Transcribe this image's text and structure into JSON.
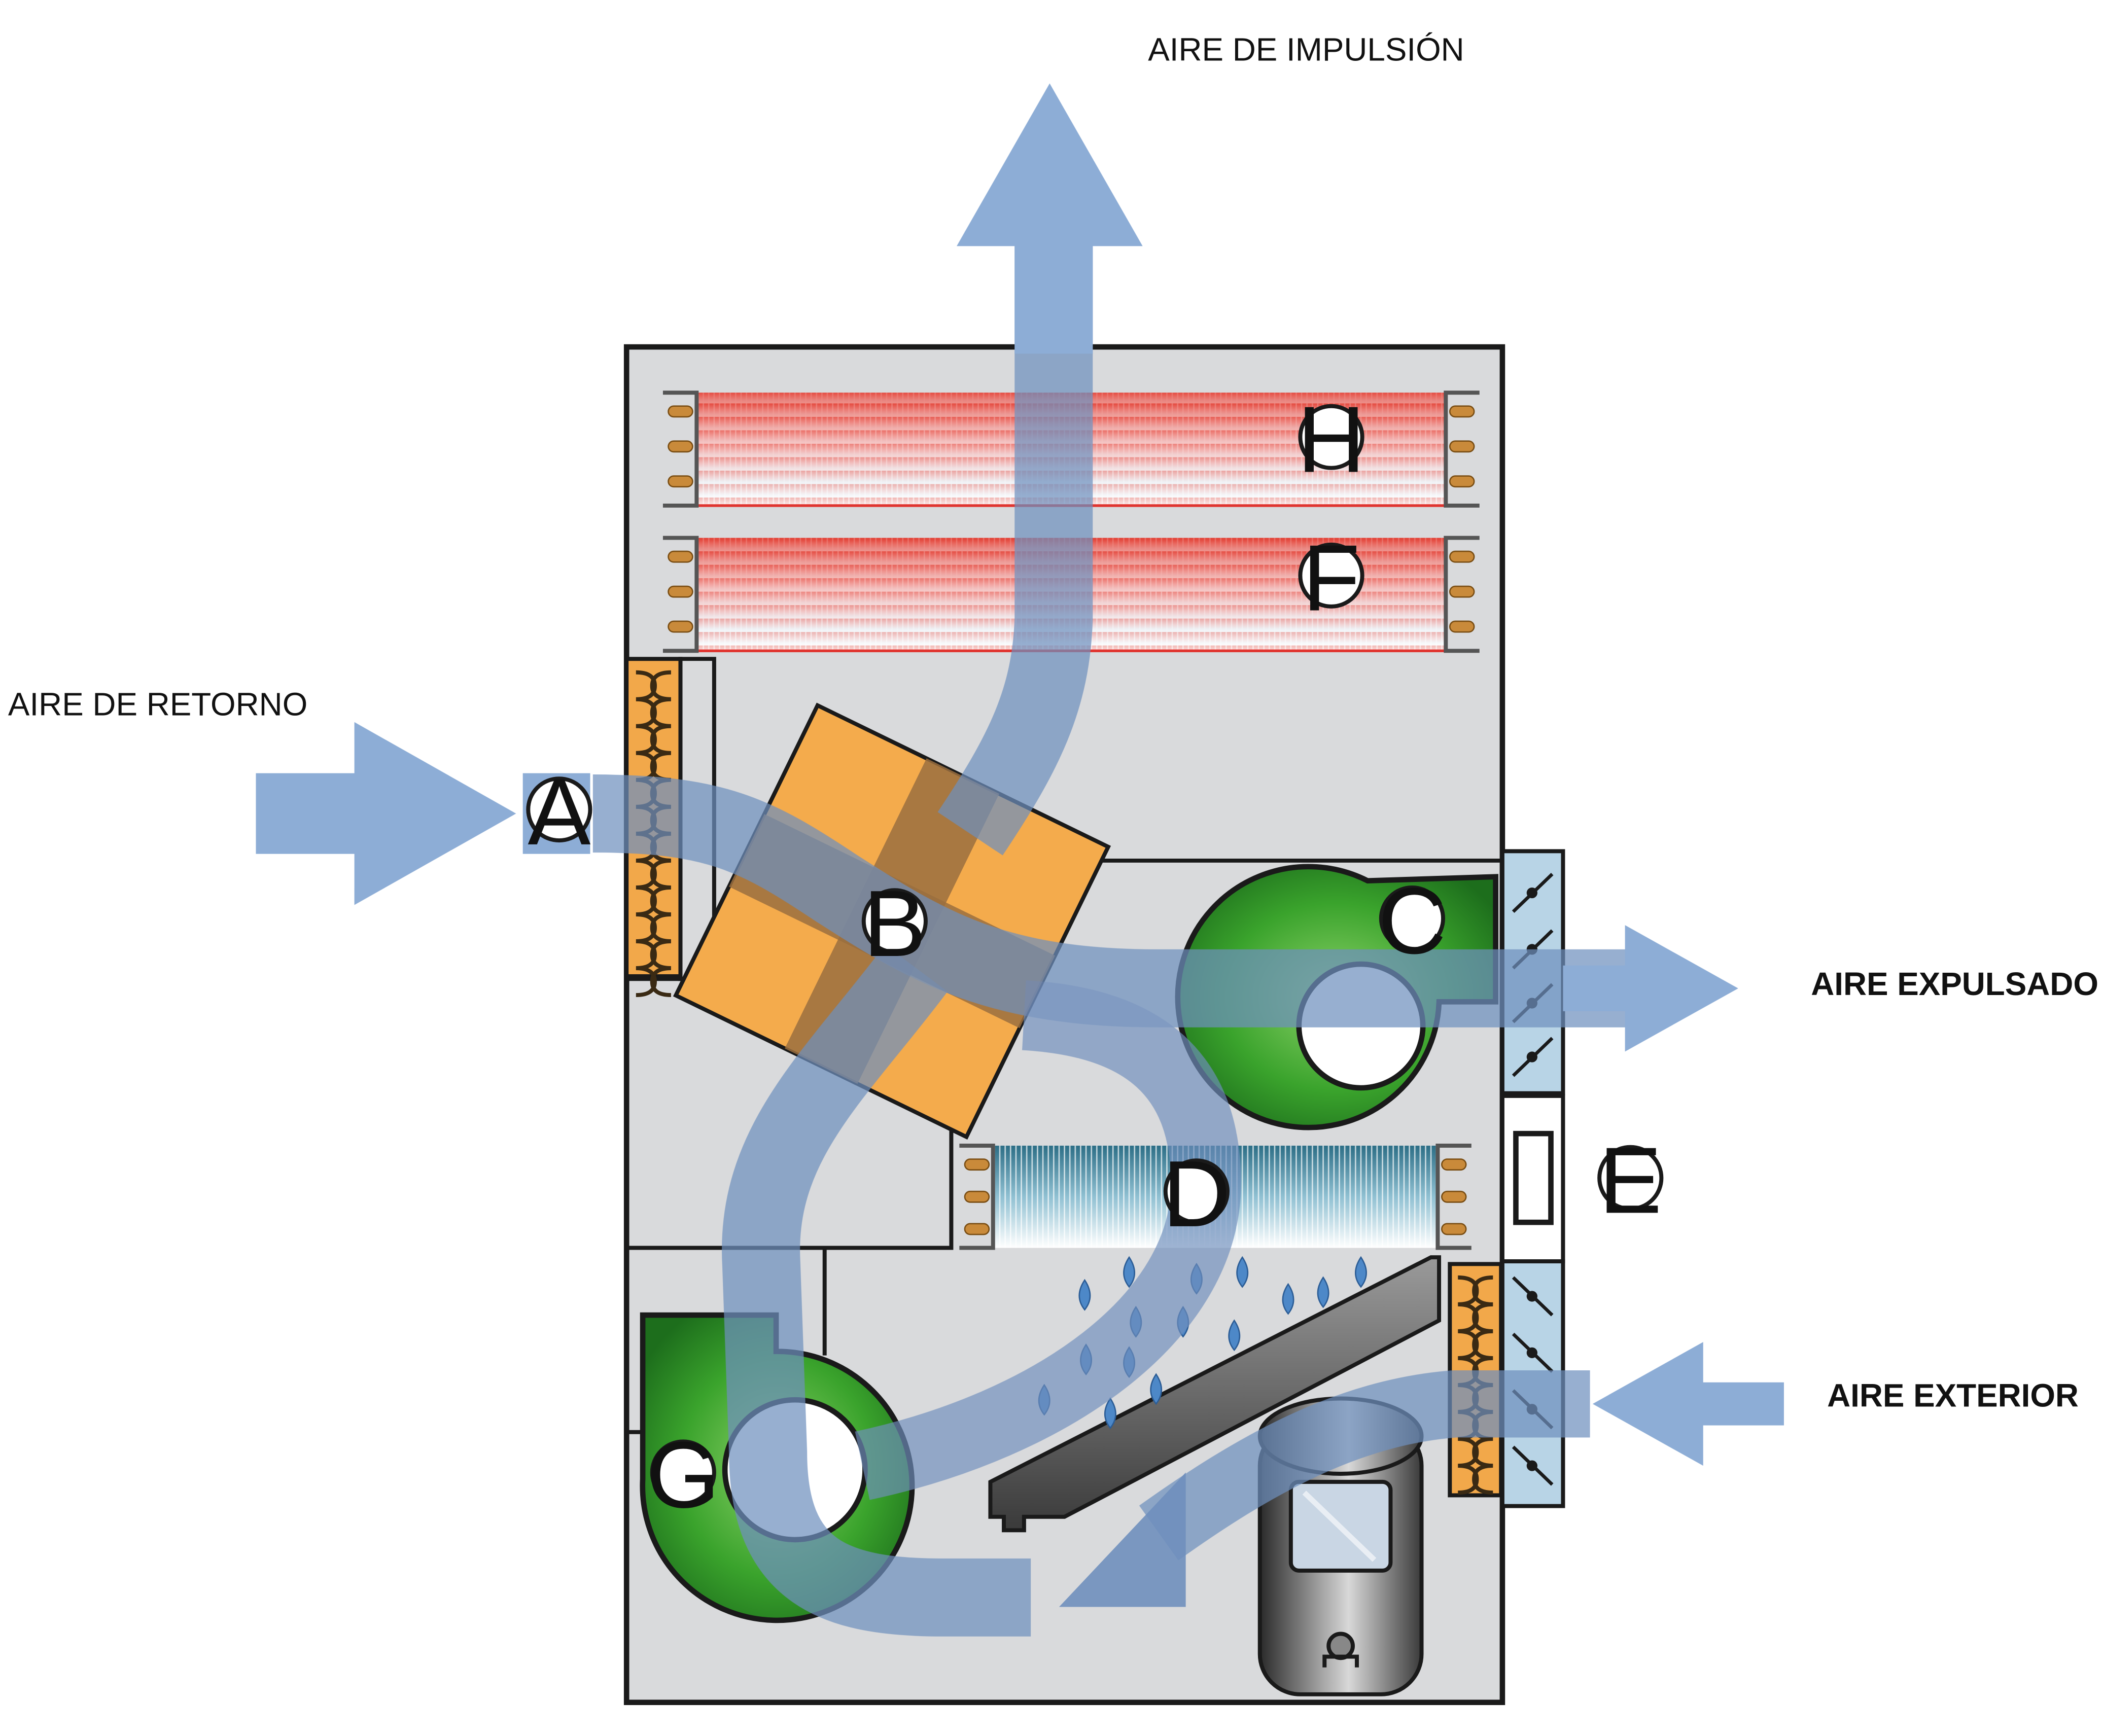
{
  "labels": {
    "supply_air": "AIRE DE IMPULSIÓN",
    "return_air": "AIRE DE RETORNO",
    "exhaust_air": "AIRE EXPULSADO",
    "outdoor_air": "AIRE EXTERIOR"
  },
  "components": {
    "a": "A",
    "b": "B",
    "c": "C",
    "d": "D",
    "e": "E",
    "f": "F",
    "g": "G",
    "h": "H"
  },
  "colors": {
    "airflow": "#8dadd6",
    "airflow_dark": "#6f8fbd",
    "casing": "#d9dadc",
    "outline": "#1a1a1a",
    "filter": "#f2a84a",
    "exchanger": "#f4ab4c",
    "fan": "#3fa02d",
    "hot_coil": "#e0342f",
    "cold_coil": "#2e6f8a",
    "damper": "#b8d4e6",
    "water": "#4d88c8"
  }
}
